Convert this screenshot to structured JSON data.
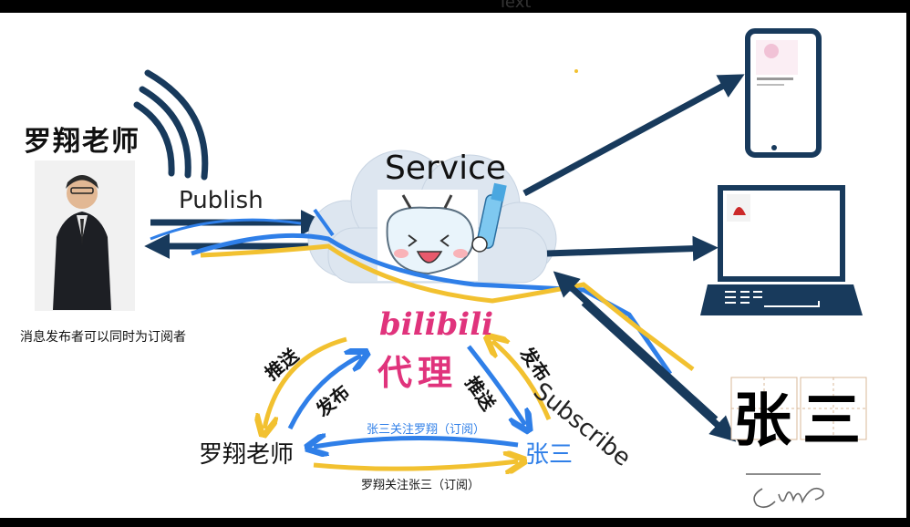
{
  "top_text": "Text",
  "publisher": {
    "name_handwritten": "罗翔老师",
    "caption": "消息发布者可以同时为订阅者"
  },
  "flows": {
    "publish": "Publish",
    "subscribe": "Subscribe",
    "service": "Service"
  },
  "center": {
    "brand": "bilibili",
    "proxy": "代理"
  },
  "relations": {
    "push_left": "推送",
    "publish_left": "发布",
    "push_right": "推送",
    "publish_right": "发布",
    "node_teacher": "罗翔老师",
    "node_zhangsan": "张三",
    "zhangsan_follows": "张三关注罗翔（订阅）",
    "teacher_follows": "罗翔关注张三（订阅）"
  },
  "subscriber_card": "张三",
  "signature": "GMQ",
  "colors": {
    "arrow_dark": "#183a5c",
    "blue_line": "#2f7fe8",
    "yellow_line": "#f2c130",
    "brand_pink": "#e0337c",
    "cloud": "#dde6f0"
  },
  "icons": [
    "signal-waves-icon",
    "cloud-icon",
    "mascot-icon",
    "phone-icon",
    "laptop-icon"
  ]
}
